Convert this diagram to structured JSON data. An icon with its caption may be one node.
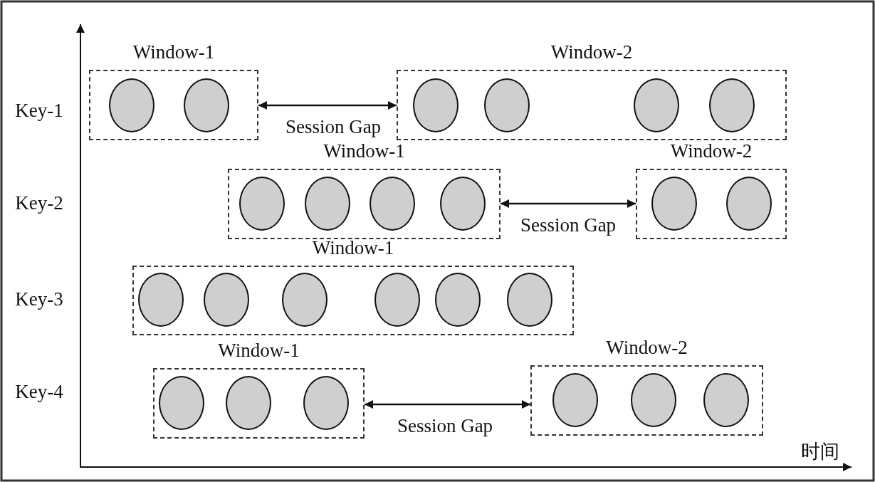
{
  "diagram": {
    "nodes": [
      {
        "text": [
          "Window-1"
        ]
      },
      {
        "text": [],
        "shape": "circle",
        "in": 0
      },
      {
        "text": [],
        "shape": "circle",
        "in": 0
      },
      {
        "text": [
          "Window-2"
        ]
      },
      {
        "text": [],
        "shape": "circle",
        "in": 3
      },
      {
        "text": [],
        "shape": "circle",
        "in": 3
      },
      {
        "text": [],
        "shape": "circle",
        "in": 3
      },
      {
        "text": [],
        "shape": "circle",
        "in": 3
      },
      {
        "text": [
          "Window-1"
        ]
      },
      {
        "text": [],
        "shape": "circle",
        "in": 8
      },
      {
        "text": [],
        "shape": "circle",
        "in": 8
      },
      {
        "text": [],
        "shape": "circle",
        "in": 8
      },
      {
        "text": [],
        "shape": "circle",
        "in": 8
      },
      {
        "text": [
          "Window-2"
        ]
      },
      {
        "text": [],
        "shape": "circle",
        "in": 13
      },
      {
        "text": [],
        "shape": "circle",
        "in": 13
      },
      {
        "text": [
          "Window-1"
        ]
      },
      {
        "text": [],
        "shape": "circle",
        "in": 16
      },
      {
        "text": [],
        "shape": "circle",
        "in": 16
      },
      {
        "text": [],
        "shape": "circle",
        "in": 16
      },
      {
        "text": [],
        "shape": "circle",
        "in": 16
      },
      {
        "text": [],
        "shape": "circle",
        "in": 16
      },
      {
        "text": [],
        "shape": "circle",
        "in": 16
      },
      {
        "text": [
          "Window-1"
        ]
      },
      {
        "text": [],
        "shape": "circle",
        "in": 23
      },
      {
        "text": [],
        "shape": "circle",
        "in": 23
      },
      {
        "text": [],
        "shape": "circle",
        "in": 23
      },
      {
        "text": [
          "Window-2"
        ]
      },
      {
        "text": [],
        "shape": "circle",
        "in": 27
      },
      {
        "text": [],
        "shape": "circle",
        "in": 27
      },
      {
        "text": [],
        "shape": "circle",
        "in": 27
      }
    ],
    "edges": [
      {
        "from": 0,
        "to": 3,
        "arrow": "both",
        "label": "Session Gap"
      },
      {
        "from": 8,
        "to": 13,
        "arrow": "both",
        "label": "Session Gap"
      },
      {
        "from": 23,
        "to": 27,
        "arrow": "both",
        "label": "Session Gap"
      }
    ],
    "labels": [
      "Key-1",
      "Key-2",
      "Key-3",
      "Key-4",
      "时间"
    ]
  }
}
